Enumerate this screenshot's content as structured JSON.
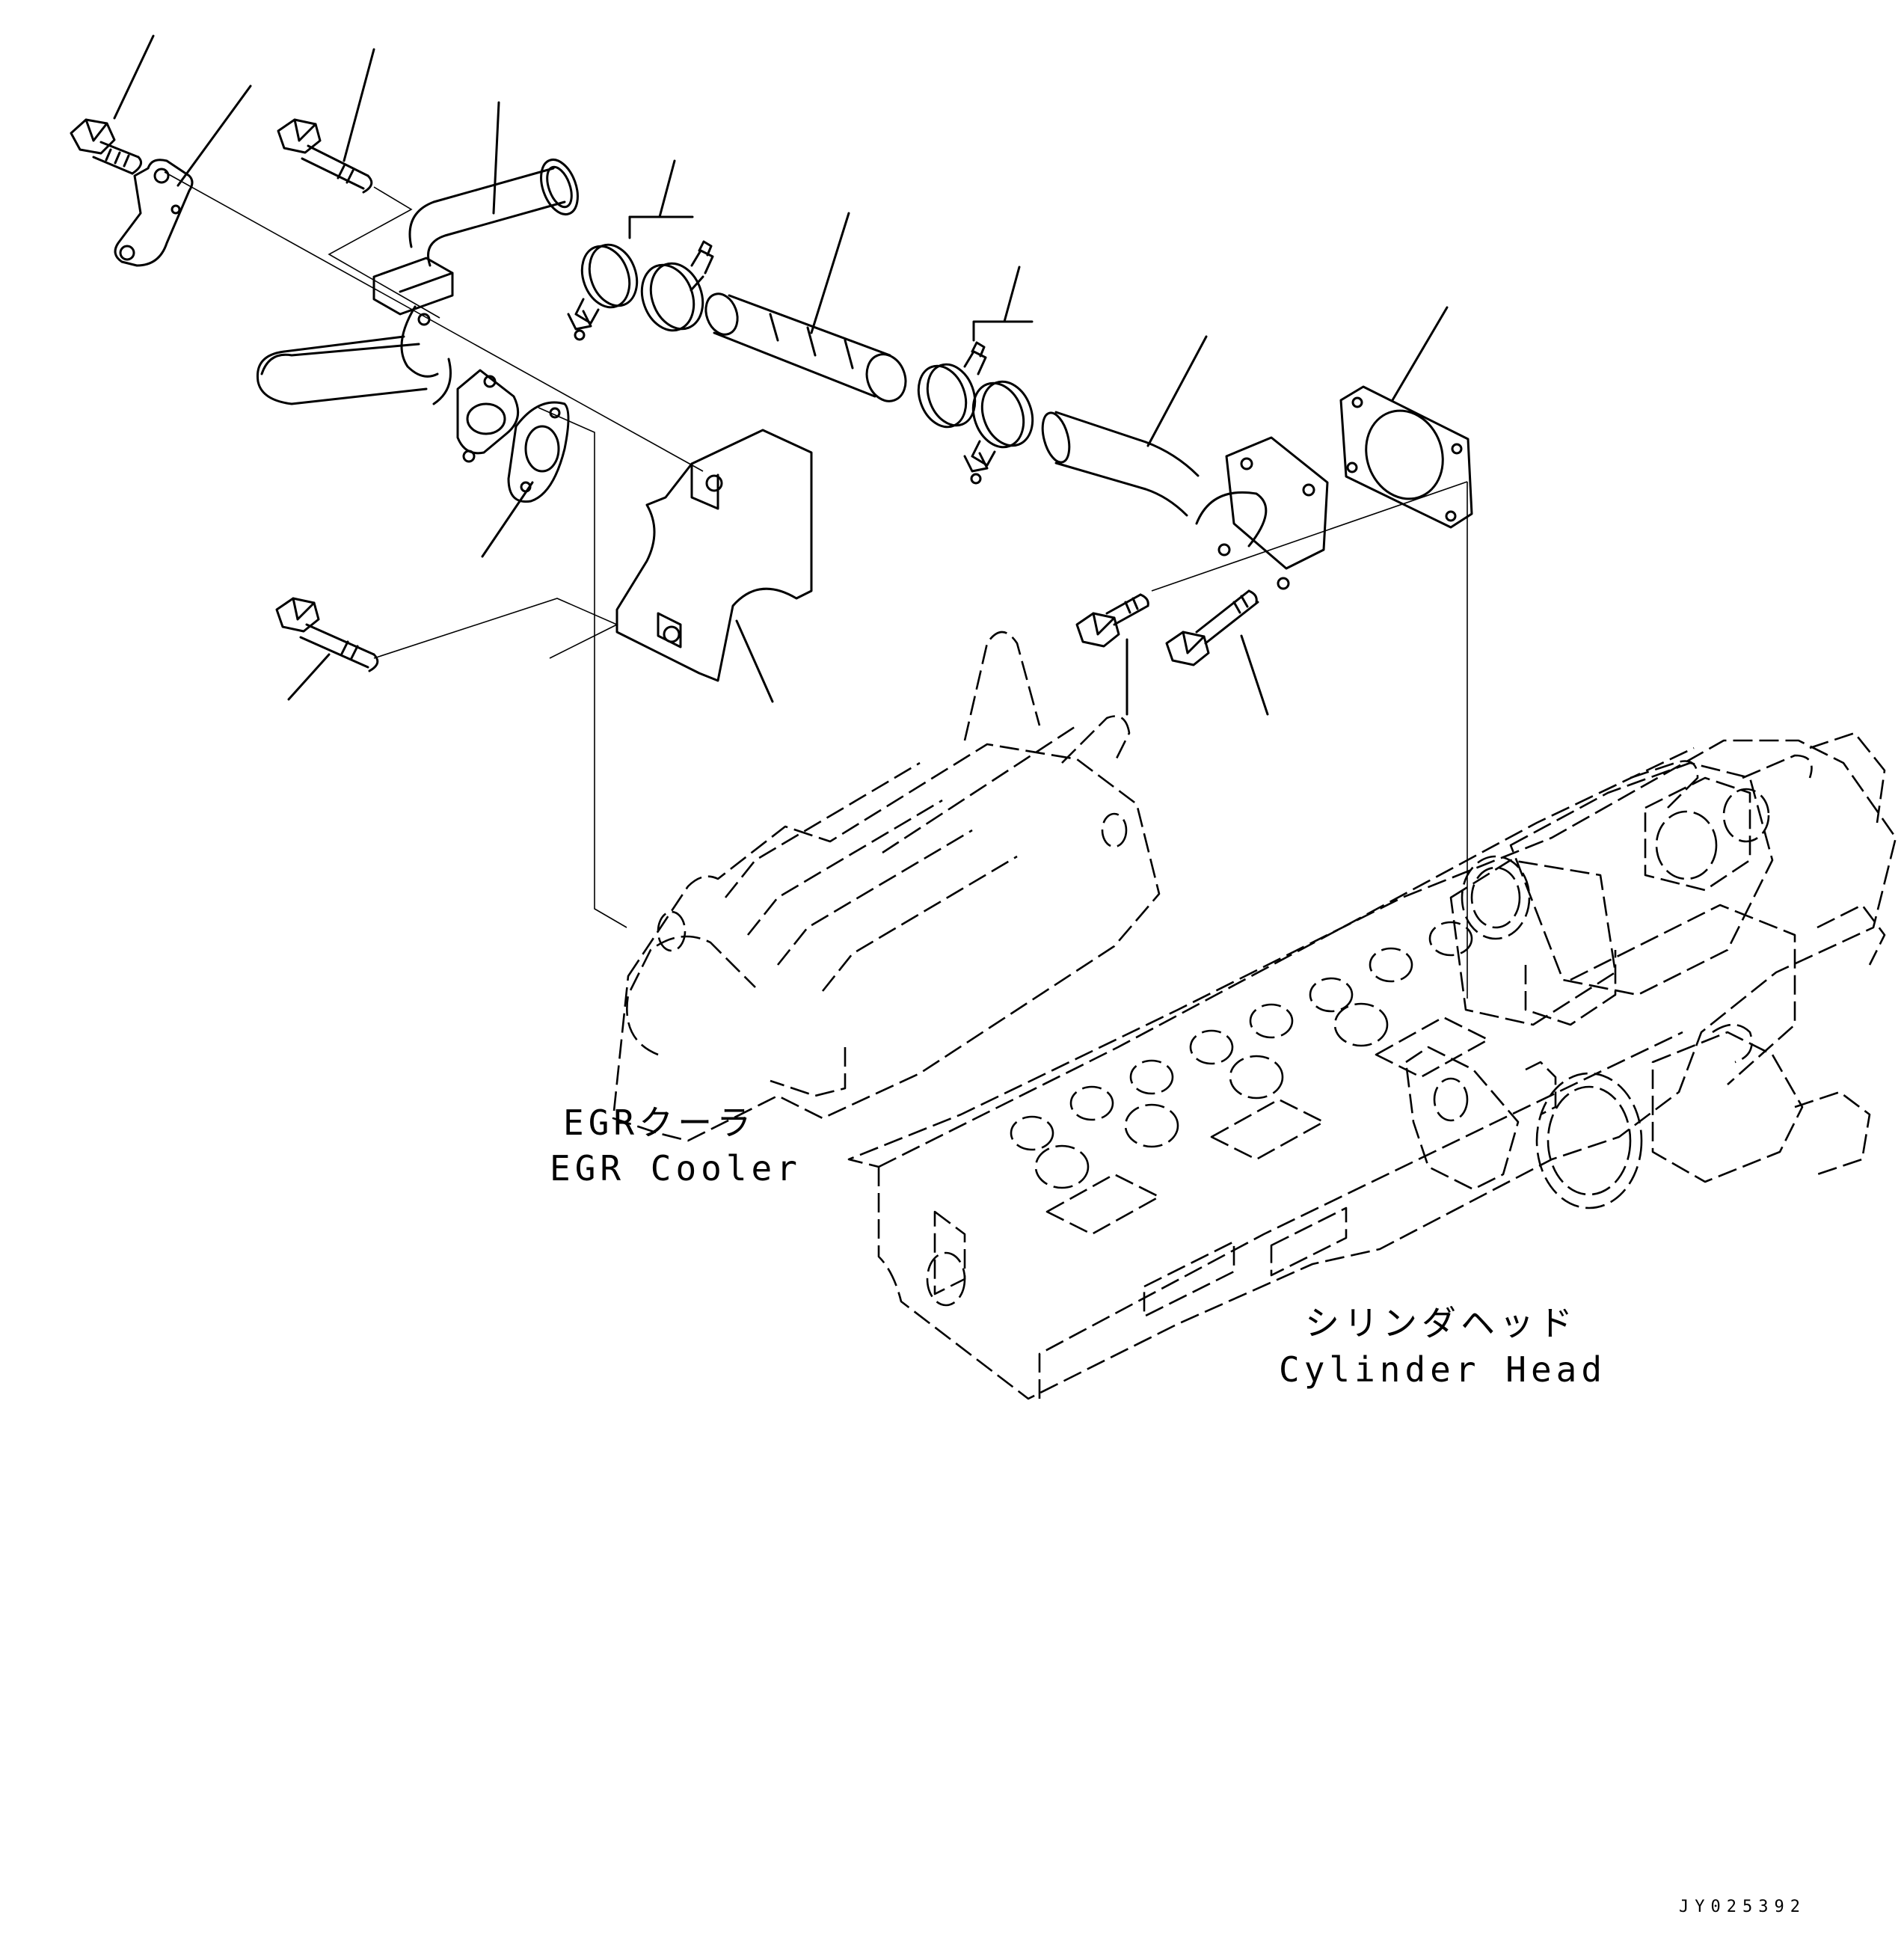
{
  "labels": {
    "egr_cooler_jp": "EGRクーラ",
    "egr_cooler_en": "EGR Cooler",
    "cylinder_head_jp": "シリンダヘッド",
    "cylinder_head_en": "Cylinder Head"
  },
  "drawing_code": "JY025392",
  "parts": [
    {
      "name": "flange-bolt",
      "icon": "bolt-icon"
    },
    {
      "name": "bracket",
      "icon": "bracket-icon"
    },
    {
      "name": "long-bolt",
      "icon": "bolt-icon"
    },
    {
      "name": "water-pipe",
      "icon": "pipe-icon"
    },
    {
      "name": "hose-clamps",
      "icon": "clamp-icon"
    },
    {
      "name": "rubber-hose",
      "icon": "hose-icon"
    },
    {
      "name": "hose-clamps",
      "icon": "clamp-icon"
    },
    {
      "name": "outlet-pipe",
      "icon": "pipe-icon"
    },
    {
      "name": "gasket",
      "icon": "gasket-icon"
    },
    {
      "name": "gasket",
      "icon": "gasket-icon"
    },
    {
      "name": "bolt",
      "icon": "bolt-icon"
    },
    {
      "name": "plate-bracket",
      "icon": "bracket-icon"
    },
    {
      "name": "short-bolt",
      "icon": "bolt-icon"
    },
    {
      "name": "bolt",
      "icon": "bolt-icon"
    }
  ]
}
